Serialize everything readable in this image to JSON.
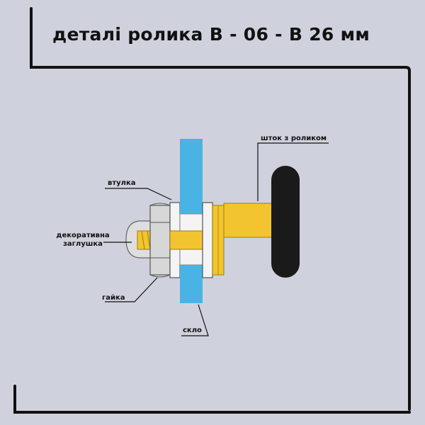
{
  "title": "деталі ролика В - 06 - В 26 мм",
  "labels": {
    "bushing": "втулка",
    "cap_line1": "декоративна",
    "cap_line2": "заглушка",
    "nut": "гайка",
    "glass": "скло",
    "rod": "шток з роликом"
  },
  "colors": {
    "background": "#cfd2dc",
    "frame": "#111111",
    "glass": "#49b4e4",
    "brass": "#f2c530",
    "roller": "#1a1a1a",
    "washer": "#f4f4f4",
    "nut": "#d7d7d7"
  }
}
